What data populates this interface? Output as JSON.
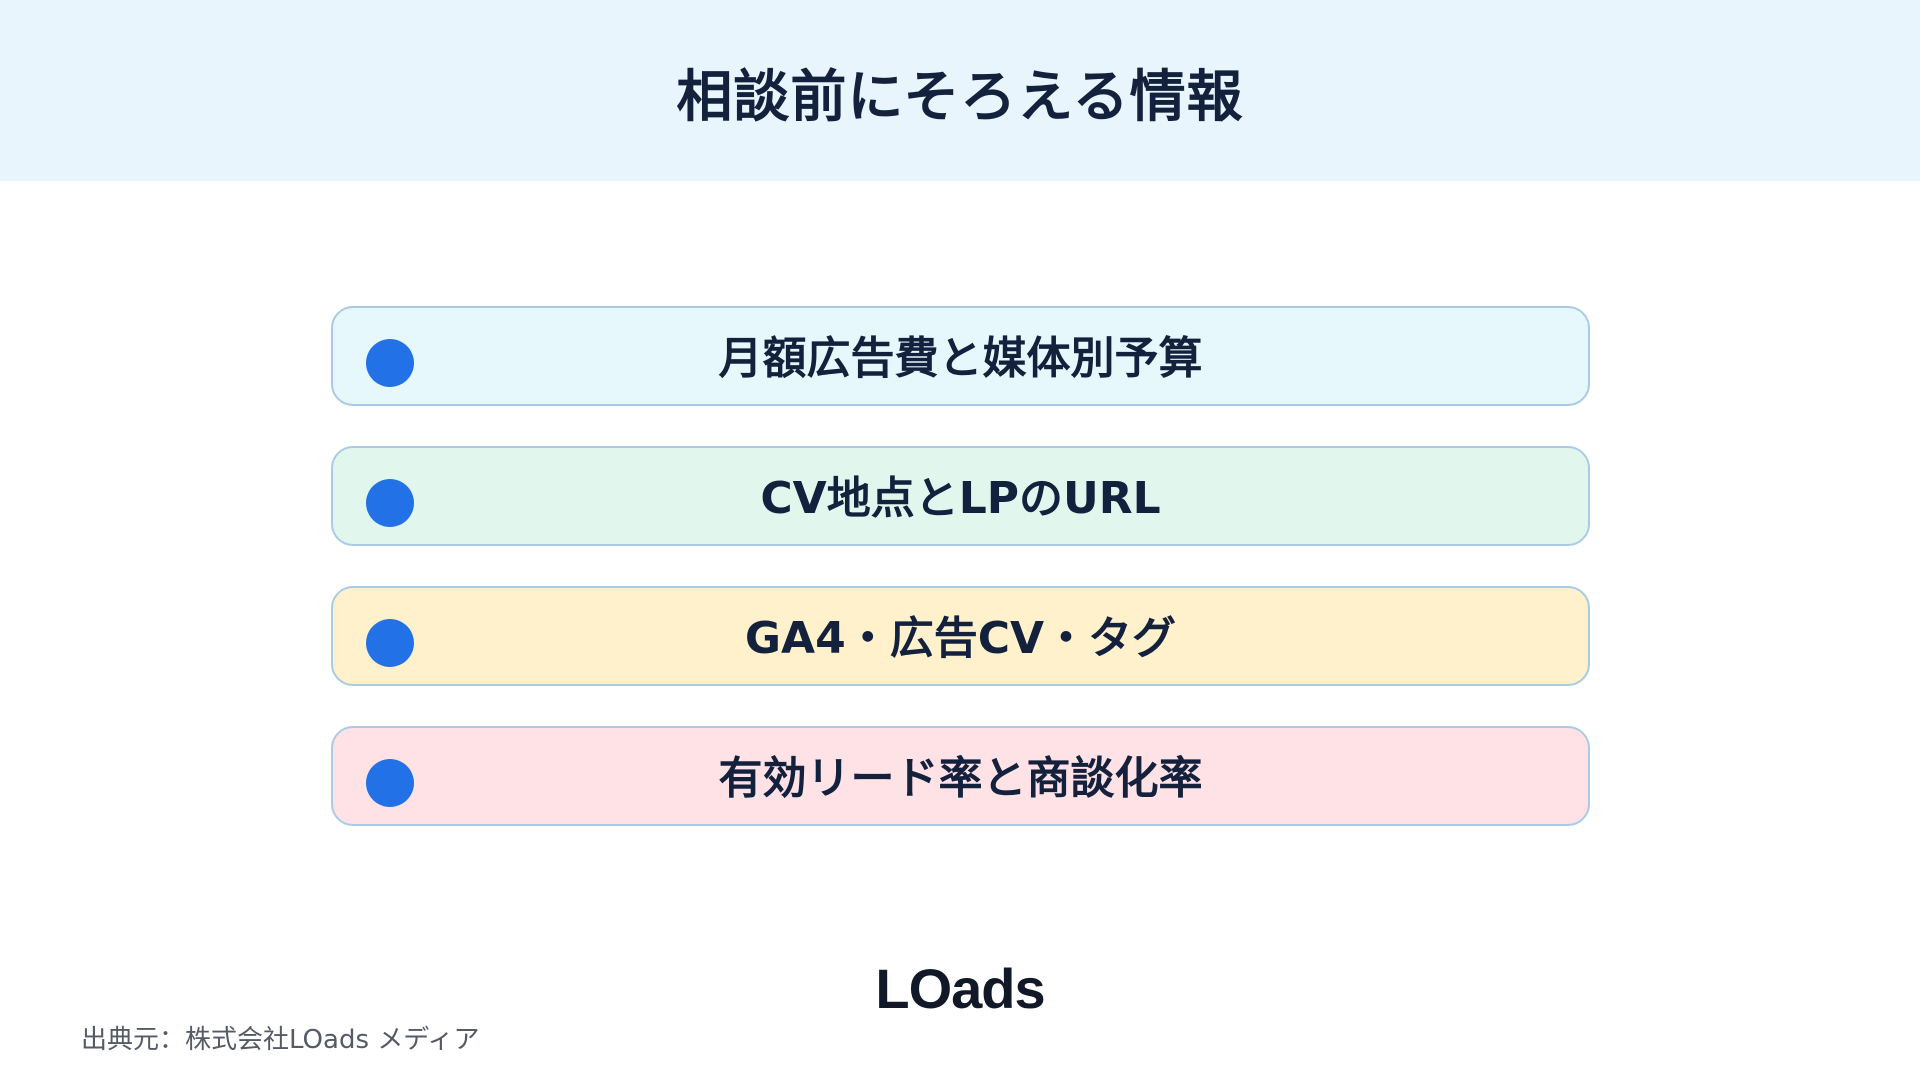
{
  "header": {
    "title": "相談前にそろえる情報"
  },
  "items": [
    {
      "label": "月額広告費と媒体別予算",
      "bg_color": "#e6f8fc"
    },
    {
      "label": "CV地点とLPのURL",
      "bg_color": "#e1f7ee"
    },
    {
      "label": "GA4・広告CV・タグ",
      "bg_color": "#fff1cc"
    },
    {
      "label": "有効リード率と商談化率",
      "bg_color": "#ffe2e6"
    }
  ],
  "colors": {
    "header_bg": "#e8f5fd",
    "dot": "#2371e6",
    "border": "#a9cbe6",
    "text": "#14213d"
  },
  "logo": {
    "text": "LOads"
  },
  "footer": {
    "source": "出典元：株式会社LOads メディア"
  }
}
